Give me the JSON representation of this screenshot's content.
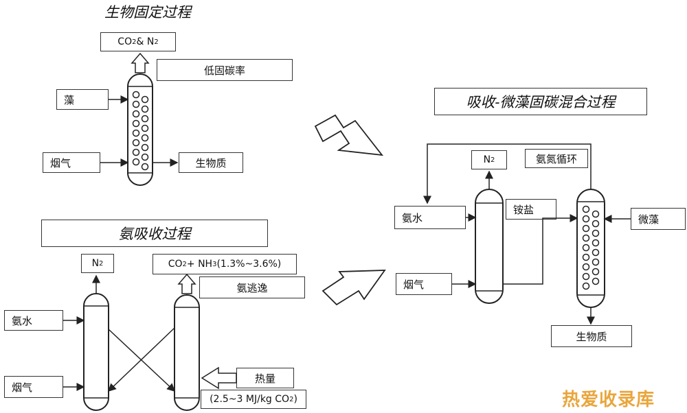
{
  "fixation": {
    "title": "生物固定过程",
    "exhaust_label_main": "CO",
    "exhaust_sub1": "2",
    "exhaust_mid": " & N",
    "exhaust_sub2": "2",
    "low_rate": "低固碳率",
    "algae": "藻",
    "flue_gas": "烟气",
    "biomass": "生物质"
  },
  "absorption": {
    "title": "氨吸收过程",
    "n2_main": "N",
    "n2_sub": "2",
    "co2nh3_part1": "CO",
    "co2nh3_sub1": "2",
    "co2nh3_part2": " + NH",
    "co2nh3_sub2": "3",
    "co2nh3_part3": " (1.3%~3.6%)",
    "ammonia_escape": "氨逃逸",
    "ammonia_water": "氨水",
    "flue_gas": "烟气",
    "heat": "热量",
    "energy_part1": "(2.5~3 MJ/kg CO",
    "energy_sub": "2",
    "energy_part2": ")"
  },
  "hybrid": {
    "title": "吸收-微藻固碳混合过程",
    "n2_main": "N",
    "n2_sub": "2",
    "nitrogen_cycle": "氨氮循环",
    "ammonia_water": "氨水",
    "ammonium_salt": "铵盐",
    "microalgae": "微藻",
    "flue_gas": "烟气",
    "biomass": "生物质"
  },
  "watermark": "热爱收录库"
}
